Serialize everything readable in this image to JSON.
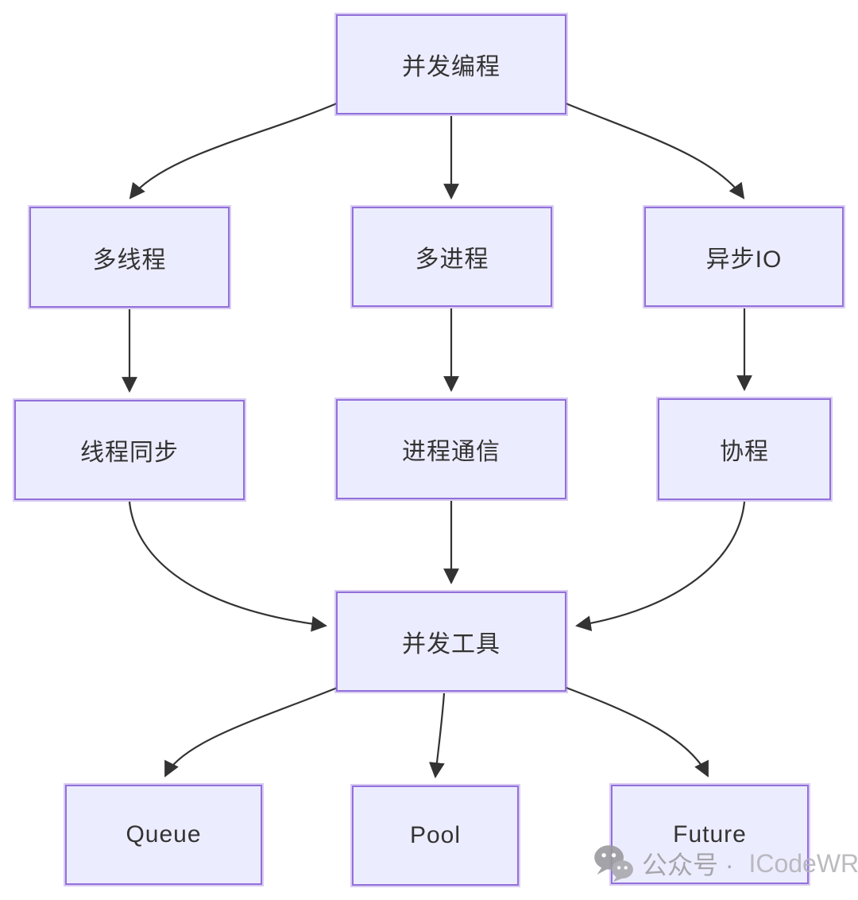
{
  "diagram": {
    "type": "flowchart",
    "nodes": [
      {
        "id": "concurrency",
        "label": "并发编程"
      },
      {
        "id": "multithreading",
        "label": "多线程"
      },
      {
        "id": "multiprocessing",
        "label": "多进程"
      },
      {
        "id": "async-io",
        "label": "异步IO"
      },
      {
        "id": "thread-sync",
        "label": "线程同步"
      },
      {
        "id": "process-communication",
        "label": "进程通信"
      },
      {
        "id": "coroutine",
        "label": "协程"
      },
      {
        "id": "concurrency-tools",
        "label": "并发工具"
      },
      {
        "id": "queue",
        "label": "Queue"
      },
      {
        "id": "pool",
        "label": "Pool"
      },
      {
        "id": "future",
        "label": "Future"
      }
    ],
    "edges": [
      {
        "from": "并发编程",
        "to": "多线程"
      },
      {
        "from": "并发编程",
        "to": "多进程"
      },
      {
        "from": "并发编程",
        "to": "异步IO"
      },
      {
        "from": "多线程",
        "to": "线程同步"
      },
      {
        "from": "多进程",
        "to": "进程通信"
      },
      {
        "from": "异步IO",
        "to": "协程"
      },
      {
        "from": "线程同步",
        "to": "并发工具"
      },
      {
        "from": "进程通信",
        "to": "并发工具"
      },
      {
        "from": "协程",
        "to": "并发工具"
      },
      {
        "from": "并发工具",
        "to": "Queue"
      },
      {
        "from": "并发工具",
        "to": "Pool"
      },
      {
        "from": "并发工具",
        "to": "Future"
      }
    ]
  },
  "watermark": {
    "icon": "wechat-icon",
    "text_primary": "公众号 ·",
    "text_secondary": " ICodeWR"
  },
  "colors": {
    "node_fill": "#ECECFF",
    "node_border": "#9370DB",
    "edge": "#333333",
    "node_text": "#333333",
    "watermark_text": "#9e9ea3"
  }
}
